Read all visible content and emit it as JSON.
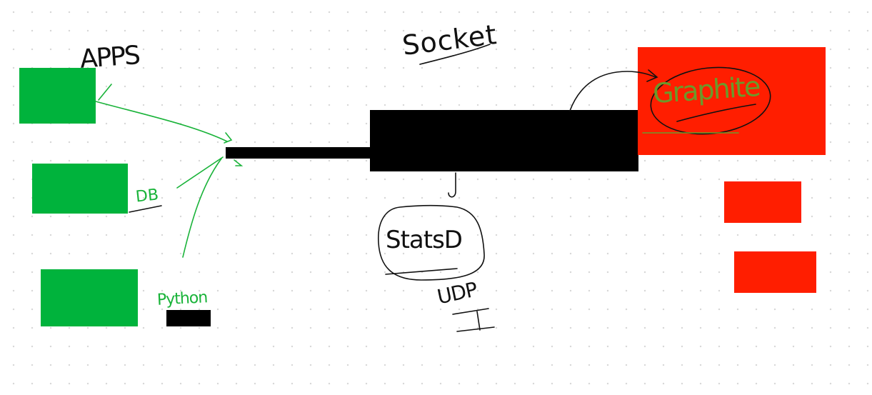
{
  "colors": {
    "green": "#00b33c",
    "red": "#ff1e00",
    "black": "#000000",
    "green_ink": "#19b339",
    "olive_ink": "#6b9a2a",
    "dark_ink": "#111111"
  },
  "labels": {
    "apps": "APPS",
    "db": "DB",
    "python": "Python",
    "socket": "Socket",
    "graphite": "Graphite",
    "statsd": "StatsD",
    "udp": "UDP"
  }
}
